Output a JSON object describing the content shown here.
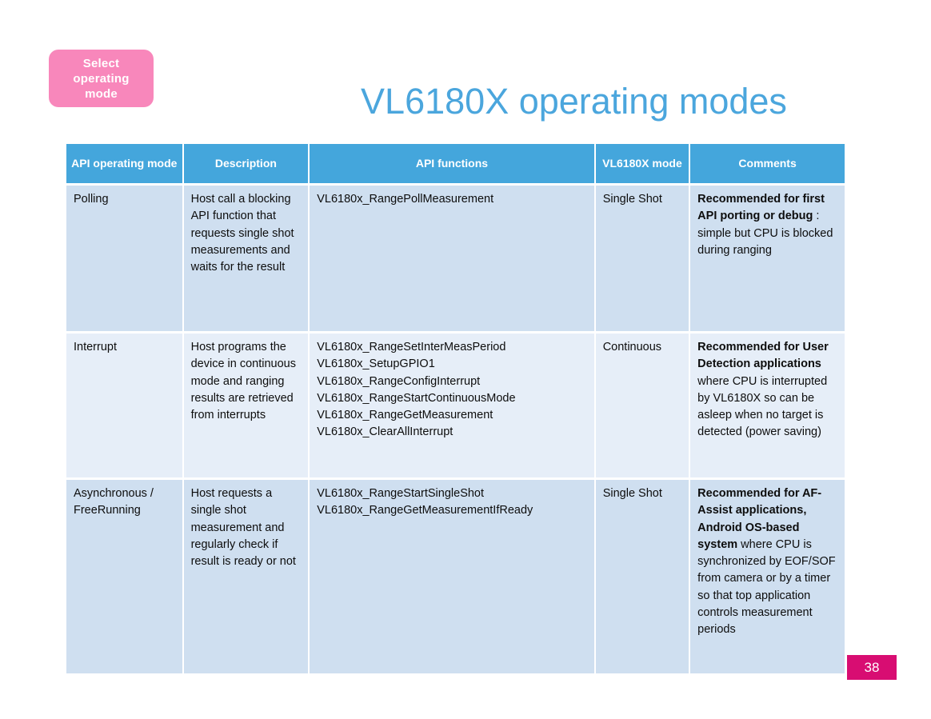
{
  "nav_tag": {
    "label": "Select operating mode",
    "line1": "Select",
    "line2": "operating",
    "line3": "mode",
    "bg_color": "#f887bb",
    "text_color": "#ffffff"
  },
  "title": "VL6180X operating modes",
  "title_color": "#4ba6dd",
  "table": {
    "header_bg": "#44a6dc",
    "row_odd_bg": "#cfdff0",
    "row_even_bg": "#e6eef8",
    "headers": [
      "API operating mode",
      "Description",
      "API functions",
      "VL6180X mode",
      "Comments"
    ],
    "headers_lines": [
      [
        "API operating",
        "mode"
      ],
      [
        "Description"
      ],
      [
        "API functions"
      ],
      [
        "VL6180X",
        "mode"
      ],
      [
        "Comments"
      ]
    ],
    "rows": [
      {
        "mode": "Polling",
        "description": "Host call a blocking API function that requests single shot measurements and waits for the result",
        "functions": [
          "VL6180x_RangePollMeasurement"
        ],
        "vl6180x_mode": "Single Shot",
        "comment_bold": "Recommended for first API porting or debug",
        "comment_rest": " : simple but CPU is blocked during ranging"
      },
      {
        "mode": "Interrupt",
        "description": "Host programs the device in continuous mode and ranging results are retrieved from interrupts",
        "functions": [
          "VL6180x_RangeSetInterMeasPeriod",
          "VL6180x_SetupGPIO1",
          "VL6180x_RangeConfigInterrupt",
          "VL6180x_RangeStartContinuousMode",
          "VL6180x_RangeGetMeasurement",
          "VL6180x_ClearAllInterrupt"
        ],
        "vl6180x_mode": "Continuous",
        "comment_bold": "Recommended for User Detection applications",
        "comment_rest": " where CPU is interrupted by VL6180X so can be asleep when no target is detected (power saving)"
      },
      {
        "mode": "Asynchronous / FreeRunning",
        "description": "Host requests a single shot measurement and regularly check if result is ready or not",
        "functions": [
          "VL6180x_RangeStartSingleShot",
          "VL6180x_RangeGetMeasurementIfReady"
        ],
        "vl6180x_mode": "Single Shot",
        "comment_bold": "Recommended for AF-Assist applications, Android OS-based system",
        "comment_rest": " where CPU is synchronized by EOF/SOF from camera or by a timer so that top application controls measurement periods"
      }
    ]
  },
  "page_number": "38",
  "page_badge_color": "#d80d72"
}
